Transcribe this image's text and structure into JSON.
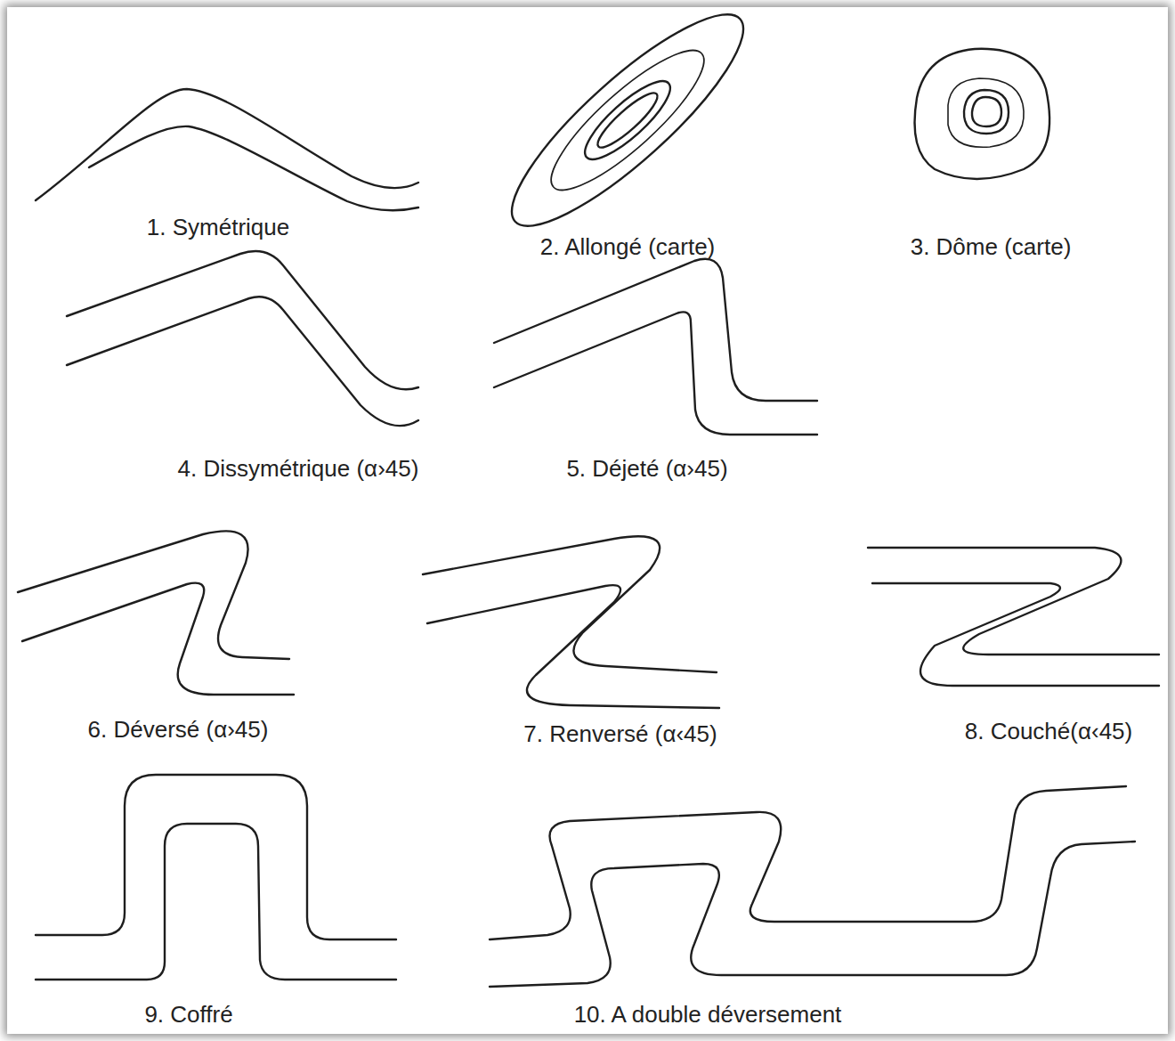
{
  "diagram": {
    "labels": [
      "1. Symétrique",
      "2. Allongé (carte)",
      "3. Dôme (carte)",
      "4. Dissymétrique (α›45)",
      "5. Déjeté (α›45)",
      "6. Déversé (α›45)",
      "7. Renversé (α‹45)",
      "8. Couché(α‹45)",
      "9. Coffré",
      "10. A double déversement"
    ]
  }
}
